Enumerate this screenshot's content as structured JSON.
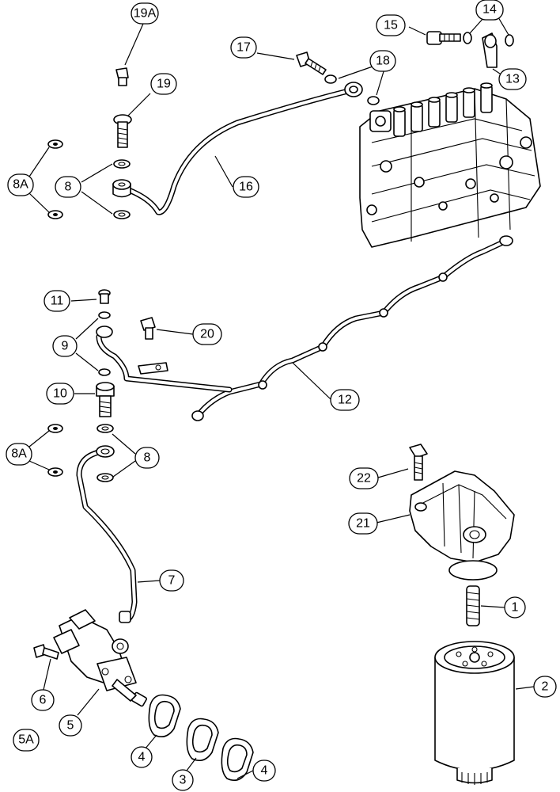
{
  "callouts": [
    {
      "id": "c-19a",
      "label": "19A"
    },
    {
      "id": "c-19",
      "label": "19"
    },
    {
      "id": "c-17",
      "label": "17"
    },
    {
      "id": "c-18",
      "label": "18"
    },
    {
      "id": "c-15",
      "label": "15"
    },
    {
      "id": "c-14",
      "label": "14"
    },
    {
      "id": "c-13",
      "label": "13"
    },
    {
      "id": "c-8a-top",
      "label": "8A"
    },
    {
      "id": "c-8-top",
      "label": "8"
    },
    {
      "id": "c-16",
      "label": "16"
    },
    {
      "id": "c-11",
      "label": "11"
    },
    {
      "id": "c-20",
      "label": "20"
    },
    {
      "id": "c-9",
      "label": "9"
    },
    {
      "id": "c-10",
      "label": "10"
    },
    {
      "id": "c-12",
      "label": "12"
    },
    {
      "id": "c-8a-mid",
      "label": "8A"
    },
    {
      "id": "c-8-mid",
      "label": "8"
    },
    {
      "id": "c-22",
      "label": "22"
    },
    {
      "id": "c-21",
      "label": "21"
    },
    {
      "id": "c-7",
      "label": "7"
    },
    {
      "id": "c-1",
      "label": "1"
    },
    {
      "id": "c-2",
      "label": "2"
    },
    {
      "id": "c-6",
      "label": "6"
    },
    {
      "id": "c-5",
      "label": "5"
    },
    {
      "id": "c-5a",
      "label": "5A"
    },
    {
      "id": "c-4-left",
      "label": "4"
    },
    {
      "id": "c-3",
      "label": "3"
    },
    {
      "id": "c-4-right",
      "label": "4"
    }
  ]
}
